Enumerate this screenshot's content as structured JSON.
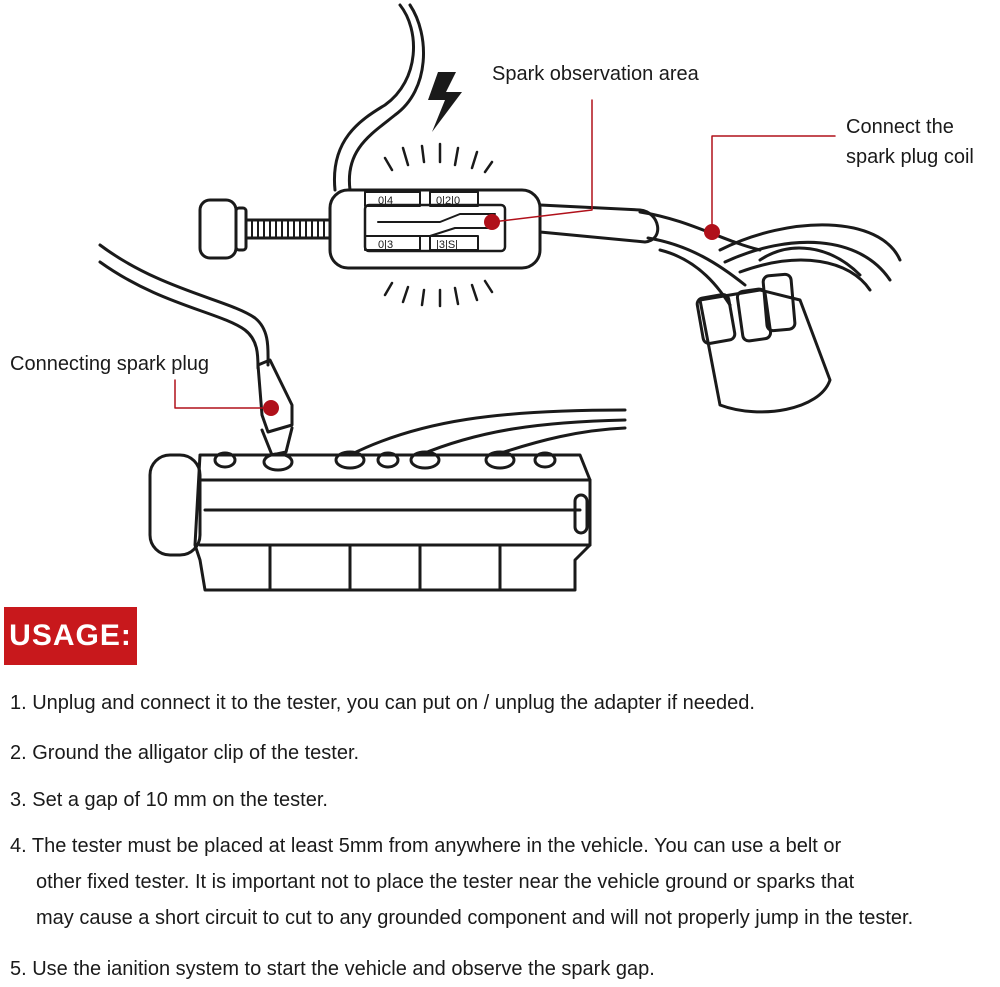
{
  "callouts": {
    "spark_observation": "Spark observation area",
    "coil_line1": "Connect the",
    "coil_line2": "spark plug coil",
    "spark_plug": "Connecting spark plug"
  },
  "tester_scale": {
    "top_left": "0|4",
    "top_right": "0|2|0",
    "bottom_left": "0|3",
    "bottom_right": "|3|S|"
  },
  "usage_label": "USAGE:",
  "steps": [
    {
      "lines": [
        "1. Unplug and connect it to the tester, you can put on / unplug the adapter if needed."
      ]
    },
    {
      "lines": [
        "2. Ground the alligator clip of the tester."
      ]
    },
    {
      "lines": [
        "3. Set a gap of 10 mm on the tester."
      ]
    },
    {
      "lines": [
        "4. The tester must be placed at least 5mm from anywhere in the vehicle. You can use a belt or",
        "other fixed tester. It is important not to place the tester near the vehicle ground or sparks that",
        "may cause a short circuit to cut to any grounded component and will not properly jump in the tester."
      ]
    },
    {
      "lines": [
        "5. Use the ianition system to start the vehicle and observe the spark gap."
      ]
    }
  ],
  "colors": {
    "accent": "#c8181c",
    "marker": "#b0101a",
    "line": "#1a1a1a"
  }
}
